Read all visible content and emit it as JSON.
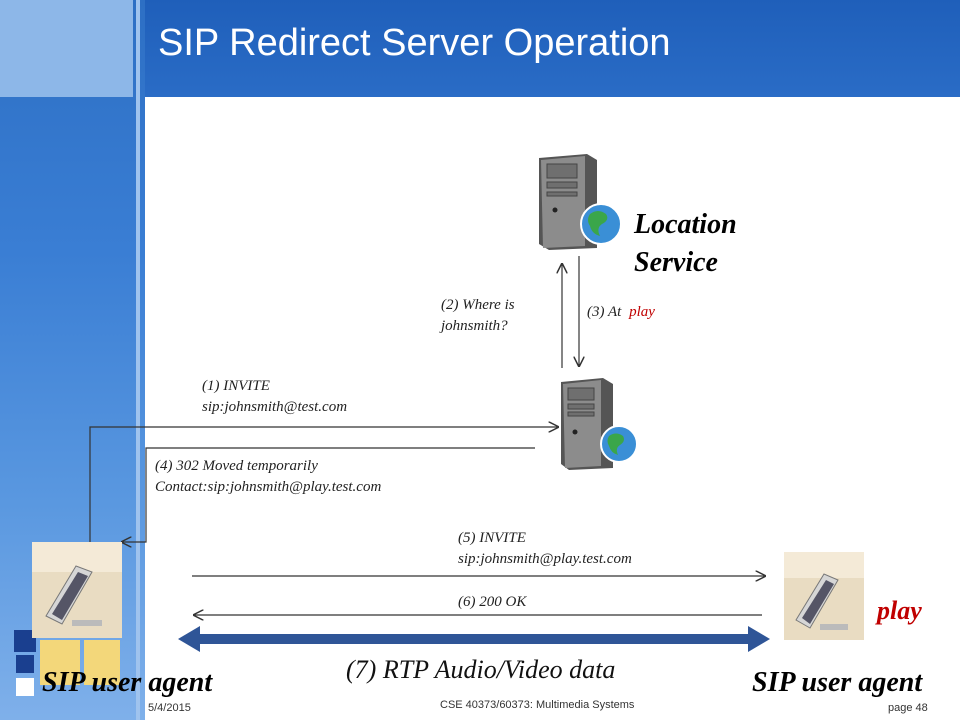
{
  "slide": {
    "title": "SIP Redirect Server Operation"
  },
  "nodes": {
    "location_service": "Location\nService",
    "user_agent_left": "SIP user agent",
    "user_agent_right": "SIP user agent",
    "play_label": "play"
  },
  "messages": {
    "m1_a": "(1)   INVITE",
    "m1_b": "sip:johnsmith@test.com",
    "m2_a": "(2) Where is",
    "m2_b": "johnsmith?",
    "m3_a": "(3) At",
    "m3_b": "play",
    "m4_a": "(4) 302 Moved temporarily",
    "m4_b": "Contact:sip:johnsmith@play.test.com",
    "m5_a": "(5) INVITE",
    "m5_b": "sip:johnsmith@play.test.com",
    "m6": "(6) 200 OK",
    "m7": "(7) RTP Audio/Video data"
  },
  "footer": {
    "date": "5/4/2015",
    "course": "CSE 40373/60373: Multimedia Systems",
    "page": "page 48"
  },
  "colors": {
    "title_bar": "#2a6cc6",
    "rtp_arrow": "#2f5597",
    "highlight_red": "#c00000"
  },
  "icons": [
    "server-icon",
    "globe-icon",
    "computer-icon"
  ]
}
